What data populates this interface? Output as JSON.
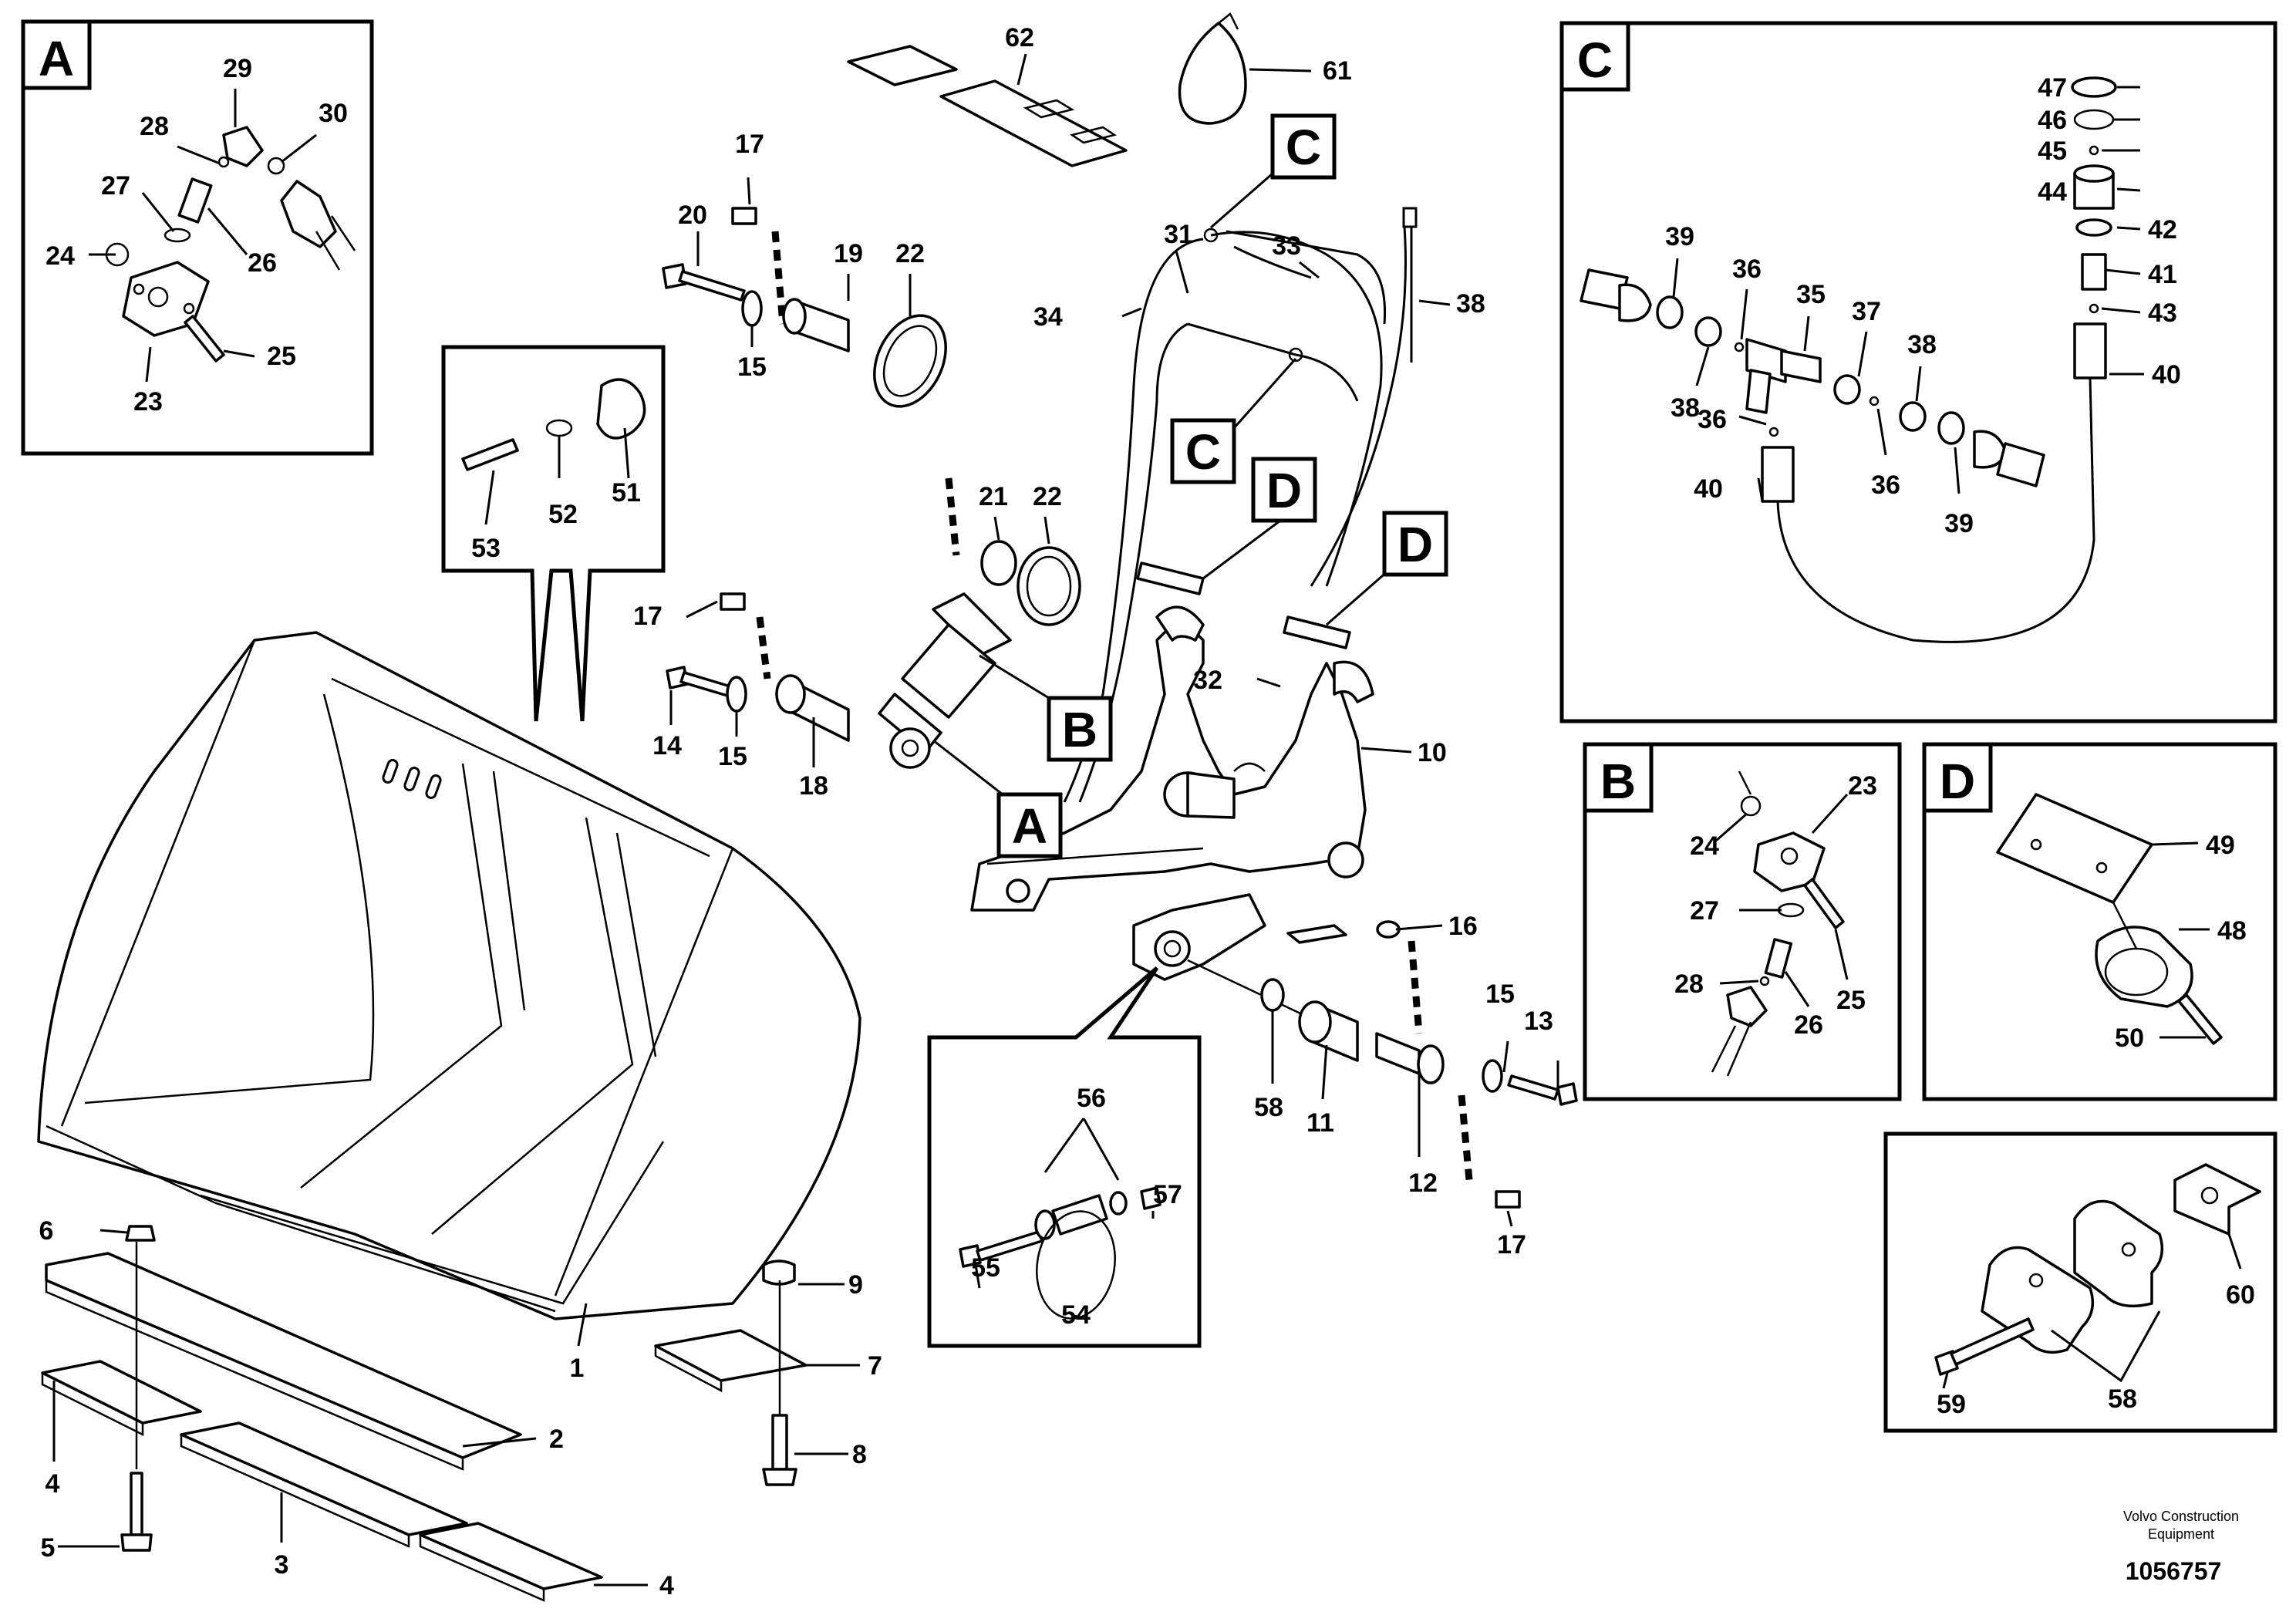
{
  "detail_boxes": [
    {
      "letter": "A"
    },
    {
      "letter": "C"
    },
    {
      "letter": "B"
    },
    {
      "letter": "D"
    }
  ],
  "callouts": {
    "c1": "C",
    "c2": "C",
    "d1": "D",
    "d2": "D",
    "b": "B",
    "a": "A"
  },
  "parts": {
    "p1": "1",
    "p2": "2",
    "p3": "3",
    "p4a": "4",
    "p4b": "4",
    "p5": "5",
    "p6": "6",
    "p7": "7",
    "p8": "8",
    "p9": "9",
    "p10": "10",
    "p11": "11",
    "p12": "12",
    "p13": "13",
    "p14": "14",
    "p15a": "15",
    "p15b": "15",
    "p15c": "15",
    "p16": "16",
    "p17a": "17",
    "p17b": "17",
    "p17c": "17",
    "p18": "18",
    "p19": "19",
    "p20": "20",
    "p21": "21",
    "p22a": "22",
    "p22b": "22",
    "a23": "23",
    "a24": "24",
    "a25": "25",
    "a26": "26",
    "a27": "27",
    "a28": "28",
    "a29": "29",
    "a30": "30",
    "p31": "31",
    "p32": "32",
    "p33": "33",
    "p34": "34",
    "c35": "35",
    "c36a": "36",
    "c36b": "36",
    "c36c": "36",
    "c37": "37",
    "c38a": "38",
    "c38b": "38",
    "c39a": "39",
    "c39b": "39",
    "c40a": "40",
    "c40b": "40",
    "c41": "41",
    "c42": "42",
    "c43": "43",
    "c44": "44",
    "c45": "45",
    "c46": "46",
    "c47": "47",
    "p38": "38",
    "b23": "23",
    "b24": "24",
    "b25": "25",
    "b26": "26",
    "b27": "27",
    "b28": "28",
    "d48": "48",
    "d49": "49",
    "d50": "50",
    "p51": "51",
    "p52": "52",
    "p53": "53",
    "p54": "54",
    "p55": "55",
    "p56": "56",
    "p57": "57",
    "p58a": "58",
    "p58b": "58",
    "p59": "59",
    "p60": "60",
    "p61": "61",
    "p62": "62"
  },
  "credit_line1": "Volvo Construction",
  "credit_line2": "Equipment",
  "drawing_number": "1056757"
}
